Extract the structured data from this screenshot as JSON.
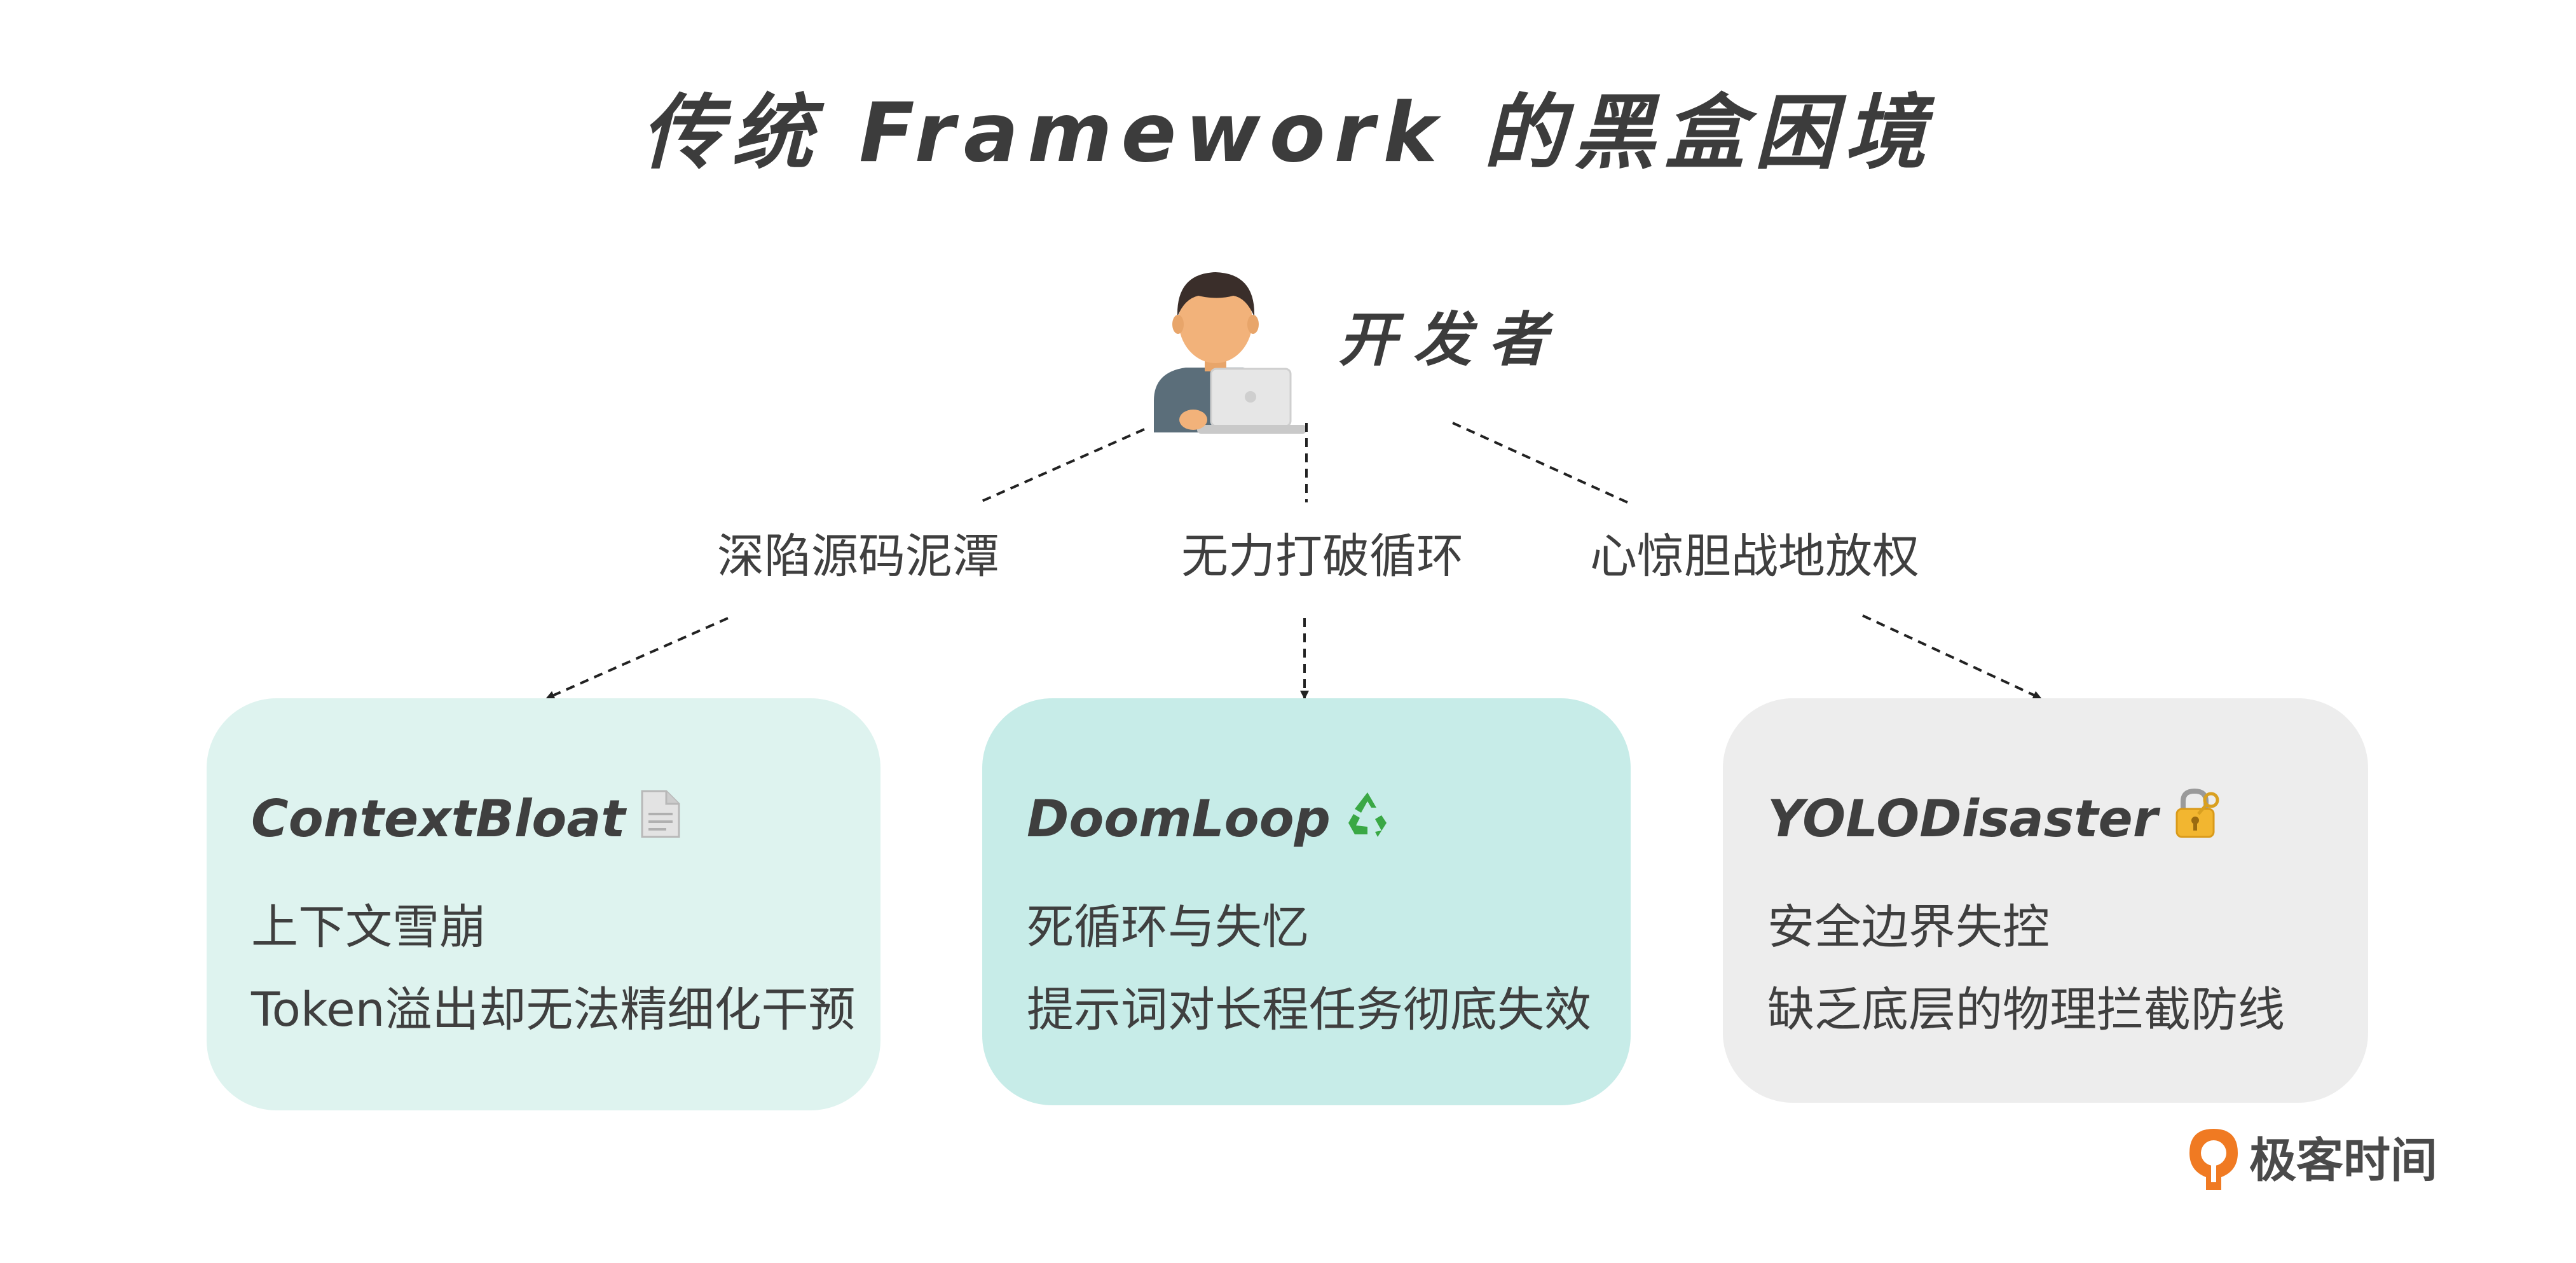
{
  "title": "传统 Framework 的黑盒困境",
  "developer": {
    "label": "开发者",
    "icon": "developer-with-laptop-icon"
  },
  "branches": [
    {
      "label": "深陷源码泥潭"
    },
    {
      "label": "无力打破循环"
    },
    {
      "label": "心惊胆战地放权"
    }
  ],
  "cards": [
    {
      "title": "ContextBloat",
      "icon": "document-icon",
      "line1": "上下文雪崩",
      "line2": "Token溢出却无法精细化干预",
      "color": "#def3ef"
    },
    {
      "title": "DoomLoop",
      "icon": "recycle-icon",
      "line1": "死循环与失忆",
      "line2": "提示词对长程任务彻底失效",
      "color": "#c7ece8"
    },
    {
      "title": "YOLODisaster",
      "icon": "lock-with-key-icon",
      "line1": "安全边界失控",
      "line2": "缺乏底层的物理拦截防线",
      "color": "#ededed"
    }
  ],
  "brand": {
    "name": "极客时间",
    "logo": "geektime-logo-icon",
    "color": "#f07a22"
  }
}
